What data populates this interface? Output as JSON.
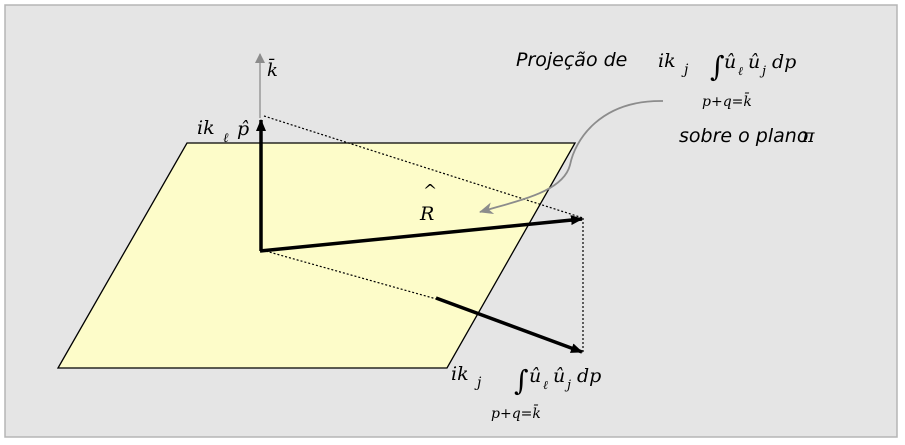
{
  "colors": {
    "background": "#e5e5e5",
    "frame": "#b5b5b5",
    "plane_fill": "#fdfcc9",
    "plane_stroke": "#000000",
    "arrow": "#000000",
    "k_axis": "#8c8c8c",
    "callout": "#8c8c8c"
  },
  "labels": {
    "k_axis": "k̄",
    "ikl": "ik",
    "ikl_sub": "ℓ",
    "p_hat": "p̂",
    "r_hat_accent": "^",
    "r": "R",
    "projection_intro": "Projeção de",
    "sobre": "sobre o plano",
    "pi": "π"
  },
  "integral": {
    "ik": "ik",
    "sub_j": "j",
    "integral_sign": "∫",
    "u_hat": "û",
    "sub_l": "ℓ",
    "u_hat2": "û",
    "sub_j2": "j",
    "dp": "dp",
    "limits": "p+q=k̄"
  }
}
